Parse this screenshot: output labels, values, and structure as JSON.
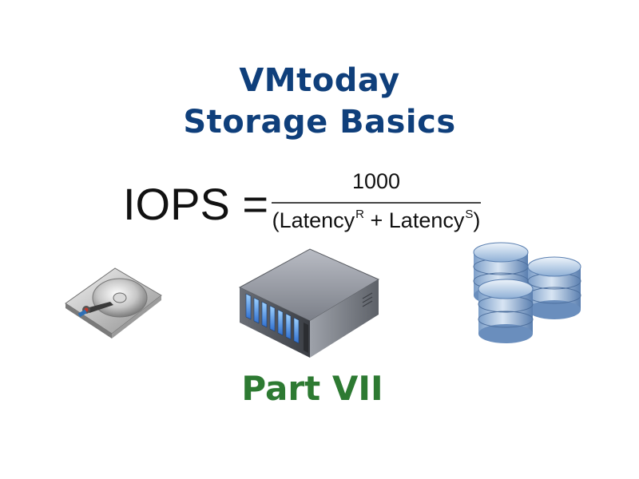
{
  "title": {
    "line1": "VMtoday",
    "line2": "Storage Basics",
    "color": "#0f3f7b"
  },
  "formula": {
    "lhs": "IOPS =",
    "numerator": "1000",
    "denominator": {
      "open": "(Latency",
      "sup_r": "R",
      "middle": " + Latency",
      "sup_s": "S",
      "close": ")"
    }
  },
  "icons": [
    "hard-drive-icon",
    "storage-array-icon",
    "database-icon"
  ],
  "part": {
    "label": "Part VII",
    "color": "#2d7a32"
  }
}
